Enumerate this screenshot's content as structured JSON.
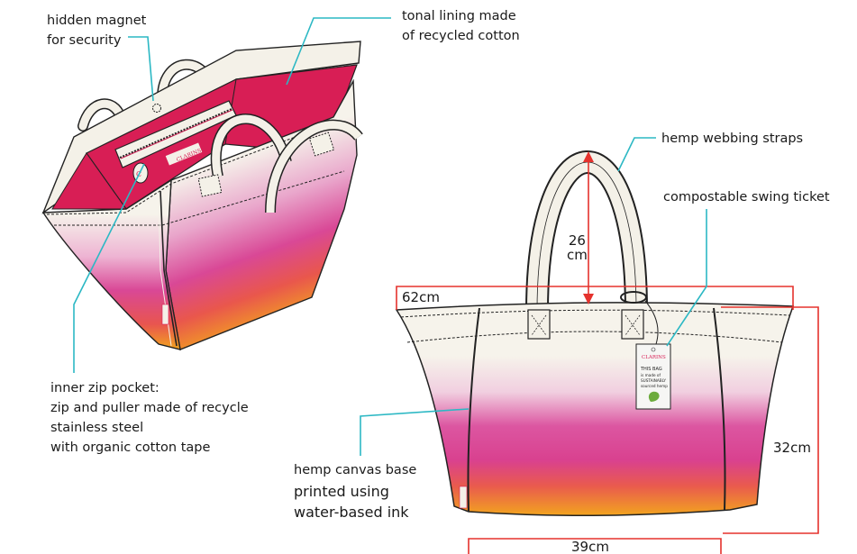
{
  "annotations": {
    "magnet": [
      "hidden magnet",
      "for security"
    ],
    "lining": [
      "tonal lining made",
      "of recycled cotton"
    ],
    "straps": [
      "hemp webbing straps"
    ],
    "ticket": [
      "compostable swing ticket"
    ],
    "pocket": [
      "inner zip pocket:",
      "zip and puller made of recycle",
      "stainless steel",
      "with organic cotton tape"
    ],
    "canvas": [
      "hemp canvas base",
      "printed using",
      "water-based ink"
    ]
  },
  "dimensions": {
    "handle_height": [
      "26",
      "cm"
    ],
    "top_width": "62cm",
    "height": "32cm",
    "base_width": "39cm"
  },
  "tag": {
    "brand": "CLARINS",
    "line1": "THIS BAG",
    "line2": "is made of",
    "line3": "SUSTAINABLY",
    "line4": "sourced hemp"
  },
  "brand_label": "CLARINS",
  "colors": {
    "leader": "#2cb8c4",
    "dimension": "#e5322d",
    "lining": "#d81e55",
    "canvas": "#f4f1e8",
    "gradient_pink": "#d94896",
    "gradient_orange": "#f0a21e"
  }
}
